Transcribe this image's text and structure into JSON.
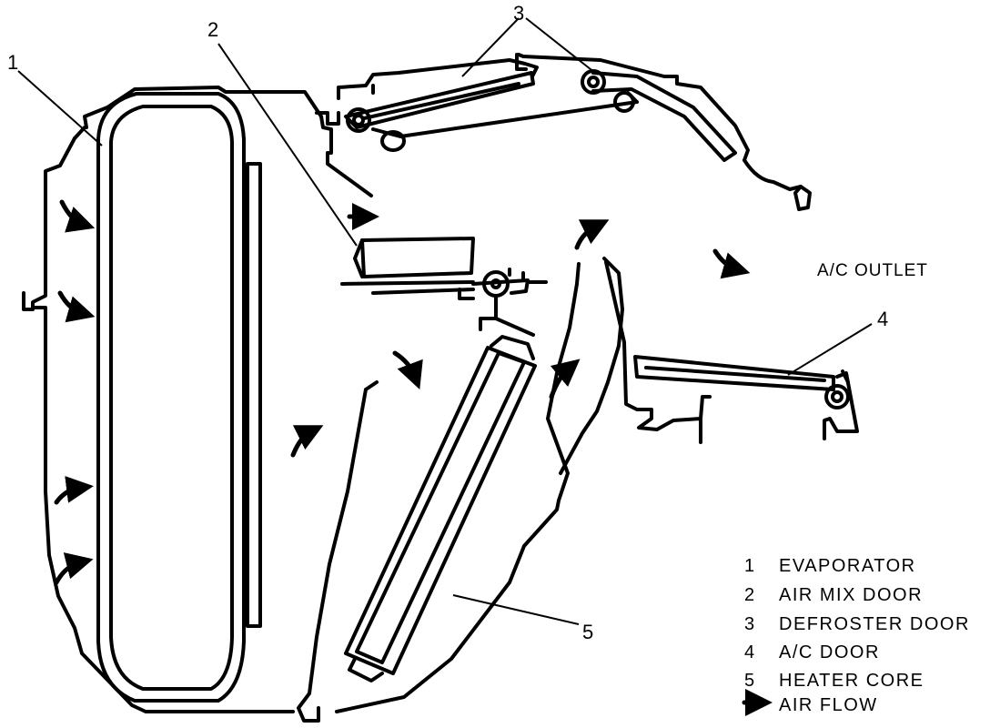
{
  "callouts": {
    "c1": "1",
    "c2": "2",
    "c3": "3",
    "c4": "4",
    "c5": "5"
  },
  "outlet_label": "A/C OUTLET",
  "legend": {
    "items": [
      {
        "num": "1",
        "text": "EVAPORATOR"
      },
      {
        "num": "2",
        "text": "AIR MIX DOOR"
      },
      {
        "num": "3",
        "text": "DEFROSTER DOOR"
      },
      {
        "num": "4",
        "text": "A/C DOOR"
      },
      {
        "num": "5",
        "text": "HEATER CORE"
      }
    ],
    "airflow_text": "AIR FLOW"
  },
  "colors": {
    "line": "#000000",
    "background": "#ffffff"
  }
}
